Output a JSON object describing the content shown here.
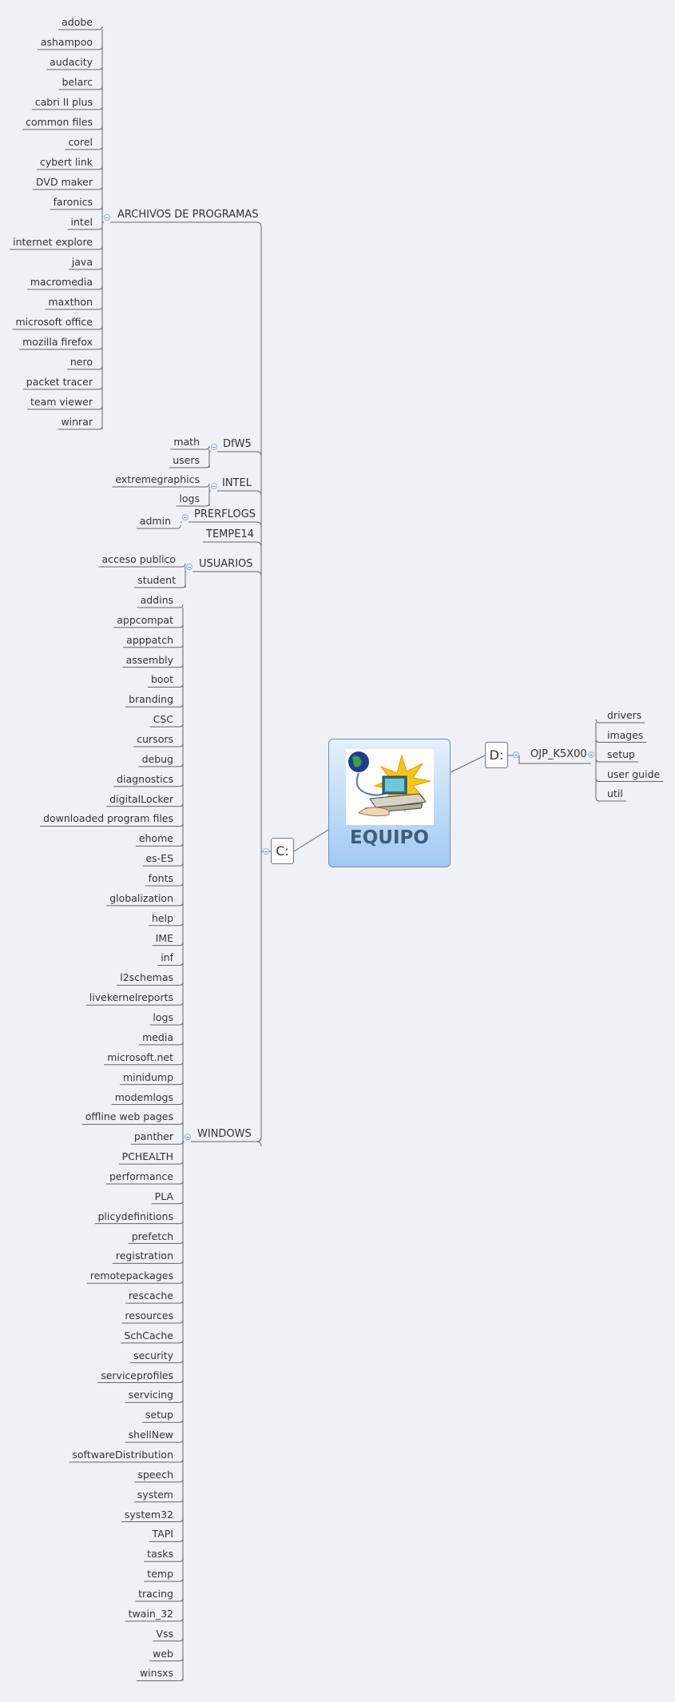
{
  "central": {
    "title": "EQUIPO",
    "icon": "computer-globe-icon"
  },
  "drives": {
    "c": {
      "label": "C:"
    },
    "d": {
      "label": "D:"
    }
  },
  "d_branch": {
    "label": "OJP_K5X00",
    "children": [
      "drivers",
      "images",
      "setup",
      "user guide",
      "util"
    ]
  },
  "c_branches": [
    {
      "label": "ARCHIVOS DE PROGRAMAS",
      "children": [
        "adobe",
        "ashampoo",
        "audacity",
        "belarc",
        "cabri II plus",
        "common files",
        "corel",
        "cybert link",
        "DVD maker",
        "faronics",
        "intel",
        "internet explore",
        "java",
        "macromedia",
        "maxthon",
        "microsoft office",
        "mozilla firefox",
        "nero",
        "packet tracer",
        "team viewer",
        "winrar"
      ]
    },
    {
      "label": "DfW5",
      "children": [
        "math",
        "users"
      ]
    },
    {
      "label": "INTEL",
      "children": [
        "extremegraphics",
        "logs"
      ]
    },
    {
      "label": "PRERFLOGS",
      "children": [
        "admin"
      ]
    },
    {
      "label": "TEMPE14",
      "children": []
    },
    {
      "label": "USUARIOS",
      "children": [
        "acceso publico",
        "student"
      ]
    },
    {
      "label": "WINDOWS",
      "children": [
        "addins",
        "appcompat",
        "apppatch",
        "assembly",
        "boot",
        "branding",
        "CSC",
        "cursors",
        "debug",
        "diagnostics",
        "digitalLocker",
        "downloaded program files",
        "ehome",
        "es-ES",
        "fonts",
        "globalization",
        "help",
        "IME",
        "inf",
        "l2schemas",
        "livekernelreports",
        "logs",
        "media",
        "microsoft.net",
        "minidump",
        "modemlogs",
        "offline web pages",
        "panther",
        "PCHEALTH",
        "performance",
        "PLA",
        "plicydefinitions",
        "prefetch",
        "registration",
        "remotepackages",
        "rescache",
        "resources",
        "SchCache",
        "security",
        "serviceprofiles",
        "servicing",
        "setup",
        "shellNew",
        "softwareDistribution",
        "speech",
        "system",
        "system32",
        "TAPI",
        "tasks",
        "temp",
        "tracing",
        "twain_32",
        "Vss",
        "web",
        "winsxs"
      ]
    }
  ],
  "colors": {
    "line": "#666666",
    "central_top": "#e4f0fc",
    "central_bottom": "#9fcaf3",
    "title": "#3f5d78"
  }
}
